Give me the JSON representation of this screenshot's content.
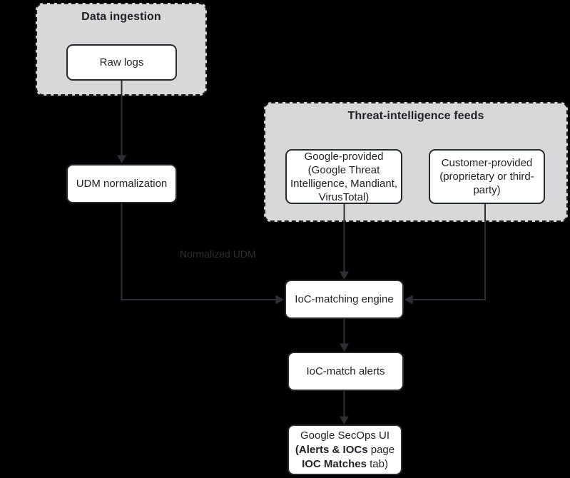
{
  "colors": {
    "background": "#000000",
    "container_fill": "#d7d8da",
    "container_border": "#1b1d20",
    "node_fill": "#ffffff",
    "node_border": "#26292e",
    "node_text": "#1e2126",
    "arrow_color": "#2c3036",
    "edge_label_text": "#2b2e36"
  },
  "containers": {
    "data_ingestion": {
      "title": "Data ingestion"
    },
    "threat_intel": {
      "title": "Threat-intelligence feeds"
    }
  },
  "nodes": {
    "raw_logs": {
      "label": "Raw logs"
    },
    "udm_normalization": {
      "label": "UDM normalization"
    },
    "google_provided": {
      "lines": [
        "Google-provided",
        "(Google Threat",
        "Intelligence, Mandiant,",
        "VirusTotal)"
      ]
    },
    "customer_provided": {
      "lines": [
        "Customer-provided",
        "(proprietary or third-",
        "party)"
      ]
    },
    "ioc_matching_engine": {
      "label": "IoC-matching engine"
    },
    "ioc_match_alerts": {
      "label": "IoC-match alerts"
    },
    "secops_ui": {
      "lines": [
        [
          {
            "text": "Google SecOps UI",
            "bold": false
          }
        ],
        [
          {
            "text": "(Alerts & IOCs",
            "bold": true
          },
          {
            "text": " page",
            "bold": false
          }
        ],
        [
          {
            "text": "IOC Matches",
            "bold": true
          },
          {
            "text": " tab)",
            "bold": false
          }
        ]
      ]
    }
  },
  "edge_labels": {
    "normalized_udm": "Normalized UDM"
  }
}
